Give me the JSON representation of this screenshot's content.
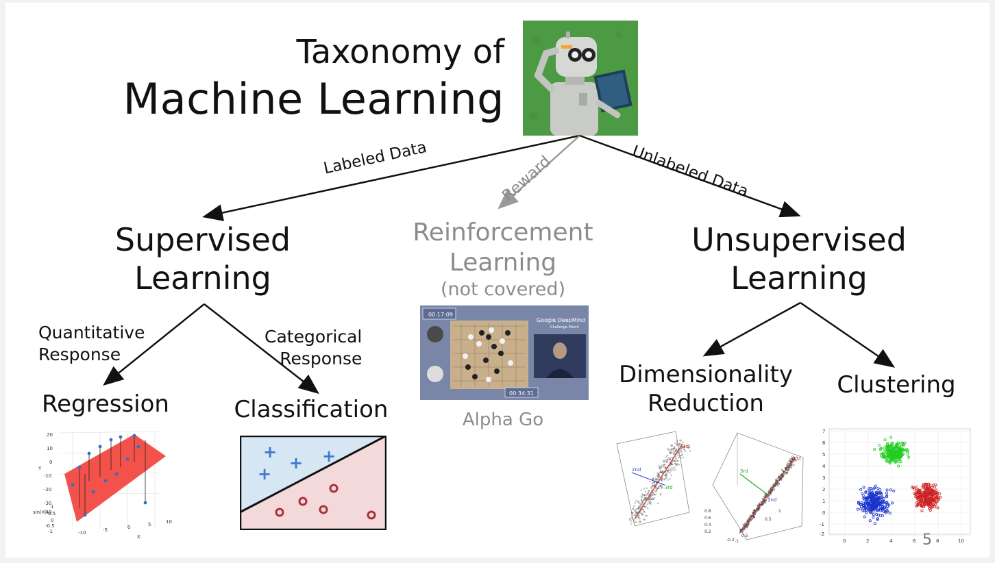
{
  "title": {
    "line1": "Taxonomy of",
    "line2": "Machine Learning"
  },
  "edges": {
    "labeled": "Labeled Data",
    "reward": "Reward",
    "unlabeled": "Unlabeled Data",
    "quantitative": [
      "Quantitative",
      "Response"
    ],
    "categorical": [
      "Categorical",
      "Response"
    ]
  },
  "nodes": {
    "supervised": [
      "Supervised",
      "Learning"
    ],
    "reinforcement": [
      "Reinforcement",
      "Learning",
      "(not covered)"
    ],
    "unsupervised": [
      "Unsupervised",
      "Learning"
    ],
    "regression": "Regression",
    "classification": "Classification",
    "dimensionality": [
      "Dimensionality",
      "Reduction"
    ],
    "clustering": "Clustering",
    "alphago": "Alpha Go"
  },
  "regression_plot": {
    "y_ticks": [
      "20",
      "10",
      "0",
      "-10",
      "-20",
      "-30",
      "-40"
    ],
    "z_ticks": [
      "1",
      "0.5",
      "0",
      "-0.5",
      "-1"
    ],
    "x_ticks": [
      "-10",
      "-5",
      "0",
      "5",
      "10"
    ],
    "y_label": "Y",
    "z_label": "sin(X)",
    "x_label": "X"
  },
  "classification_plot": {
    "plus_symbol": "+"
  },
  "alphago_screen": {
    "brand": "Google DeepMind",
    "sub": "Challenge Match",
    "timer1": "00:17:09",
    "timer2": "00:34:31"
  },
  "pca_plot": {
    "labels": [
      "2nd",
      "1st",
      "3rd"
    ]
  },
  "pca_plot2": {
    "labels": [
      "3rd",
      "1st",
      "2nd"
    ],
    "ticks": [
      "0.8",
      "0.6",
      "0.4",
      "0.2",
      "0.5",
      "-0.2",
      "1",
      "0.5",
      "-1"
    ]
  },
  "cluster_plot": {
    "y_ticks": [
      "7",
      "6",
      "5",
      "4",
      "3",
      "2",
      "1",
      "0",
      "-1",
      "-2"
    ],
    "x_ticks": [
      "0",
      "2",
      "4",
      "6",
      "8",
      "10"
    ],
    "colors": [
      "#22cc22",
      "#1a33cc",
      "#cc2222"
    ]
  },
  "page_number": "5",
  "colors": {
    "arrow": "#111111",
    "reward_arrow": "#9a9a9a",
    "robot_bg": "#4c9a44",
    "reg_plane": "#f2433b",
    "cls_top": "#d6e6f3",
    "cls_bottom": "#f3d9d9"
  }
}
